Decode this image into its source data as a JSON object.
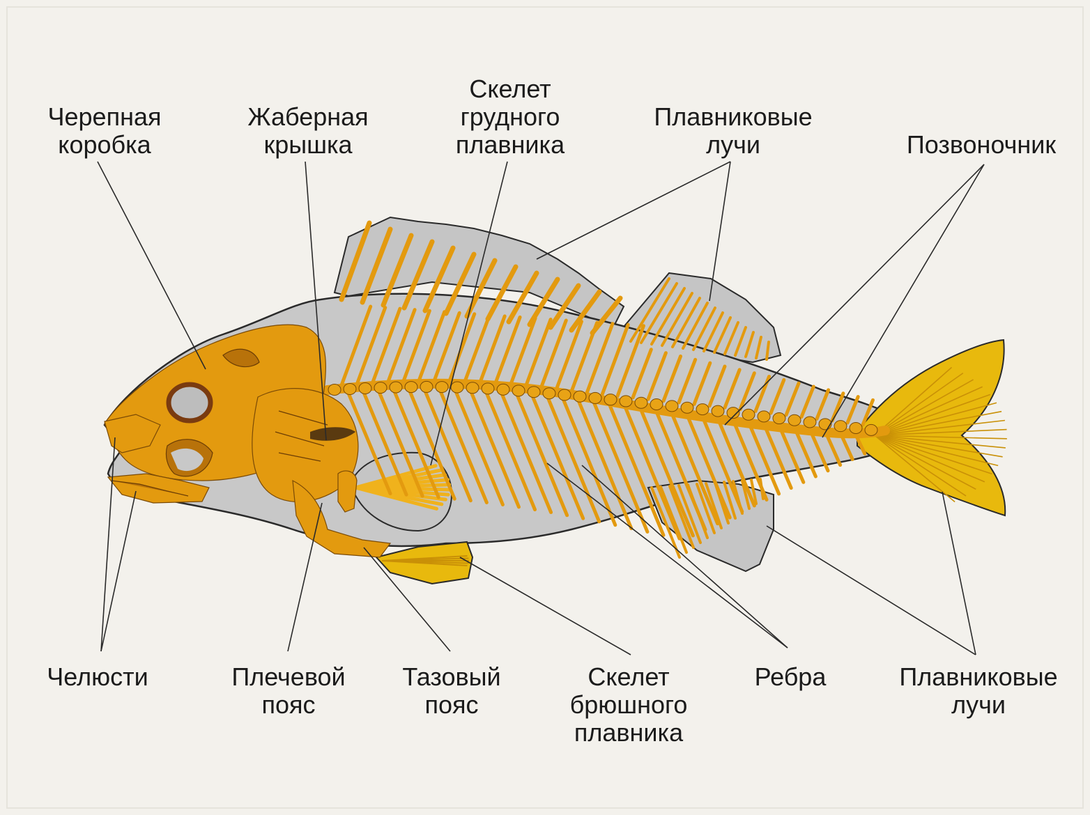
{
  "diagram": {
    "labels": {
      "skull": [
        "Черепная",
        "коробка"
      ],
      "gill_cover": [
        "Жаберная",
        "крышка"
      ],
      "pectoral_fin_skeleton": [
        "Скелет",
        "грудного",
        "плавника"
      ],
      "fin_rays_top": [
        "Плавниковые",
        "лучи"
      ],
      "spine": [
        "Позвоночник"
      ],
      "jaws": [
        "Челюсти"
      ],
      "shoulder_girdle": [
        "Плечевой",
        "пояс"
      ],
      "pelvic_girdle": [
        "Тазовый",
        "пояс"
      ],
      "pelvic_fin_skeleton": [
        "Скелет",
        "брюшного",
        "плавника"
      ],
      "ribs": [
        "Ребра"
      ],
      "fin_rays_bottom": [
        "Плавниковые",
        "лучи"
      ]
    },
    "colors": {
      "background": "#f3f1ec",
      "body": "#c8c8c8",
      "bone": "#e39a0f",
      "bone_dark": "#b8720a",
      "fin": "#e6b10c",
      "outline": "#2a2a2a"
    }
  }
}
